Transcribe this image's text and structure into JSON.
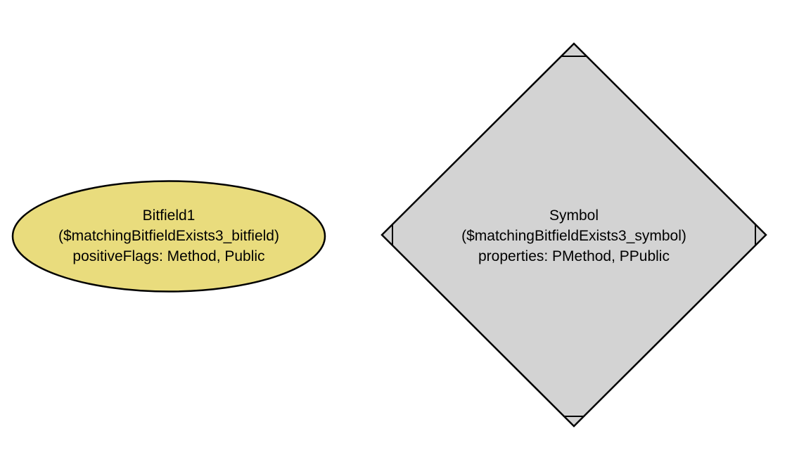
{
  "canvas": {
    "background_color": "#ffffff"
  },
  "nodes": [
    {
      "name": "bitfield-node",
      "shape": "ellipse",
      "fill": "#e9dc7d",
      "stroke": "#000000",
      "label_lines": [
        "Bitfield1",
        "($matchingBitfieldExists3_bitfield)",
        "positiveFlags: Method, Public"
      ]
    },
    {
      "name": "symbol-node",
      "shape": "Mdiamond",
      "fill": "#d3d3d3",
      "stroke": "#000000",
      "label_lines": [
        "Symbol",
        "($matchingBitfieldExists3_symbol)",
        "properties: PMethod, PPublic"
      ]
    }
  ]
}
